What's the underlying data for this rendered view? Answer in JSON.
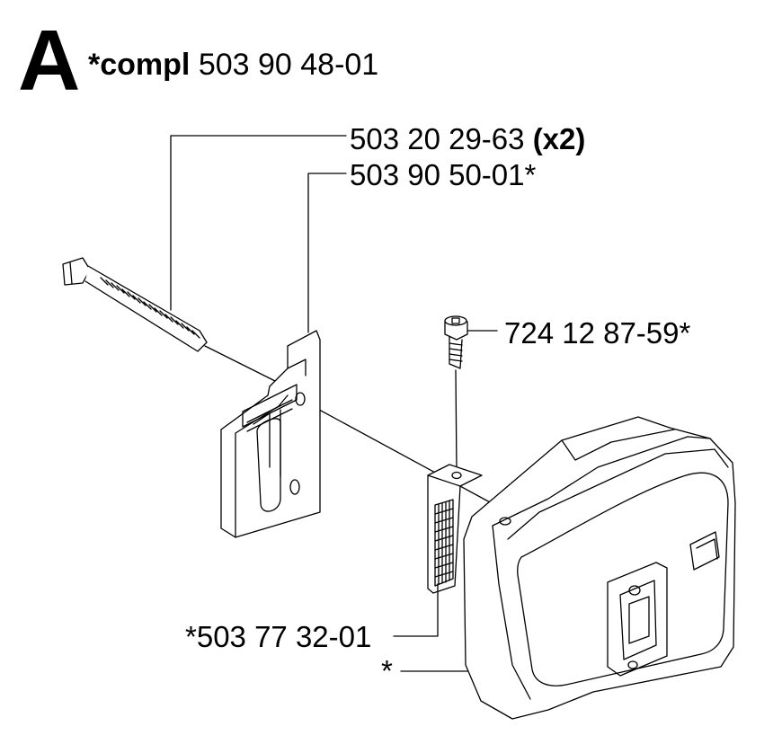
{
  "header": {
    "section_letter": "A",
    "compl_prefix": "*compl",
    "compl_number": "503 90 48-01"
  },
  "labels": {
    "bolt_number": "503 20 29-63",
    "bolt_qty": "(x2)",
    "plate_number": "503 90 50-01*",
    "screw_number": "724 12 87-59*",
    "shield_number": "*503 77 32-01",
    "muffler_mark": "*"
  },
  "colors": {
    "line": "#000000",
    "background": "#ffffff"
  }
}
